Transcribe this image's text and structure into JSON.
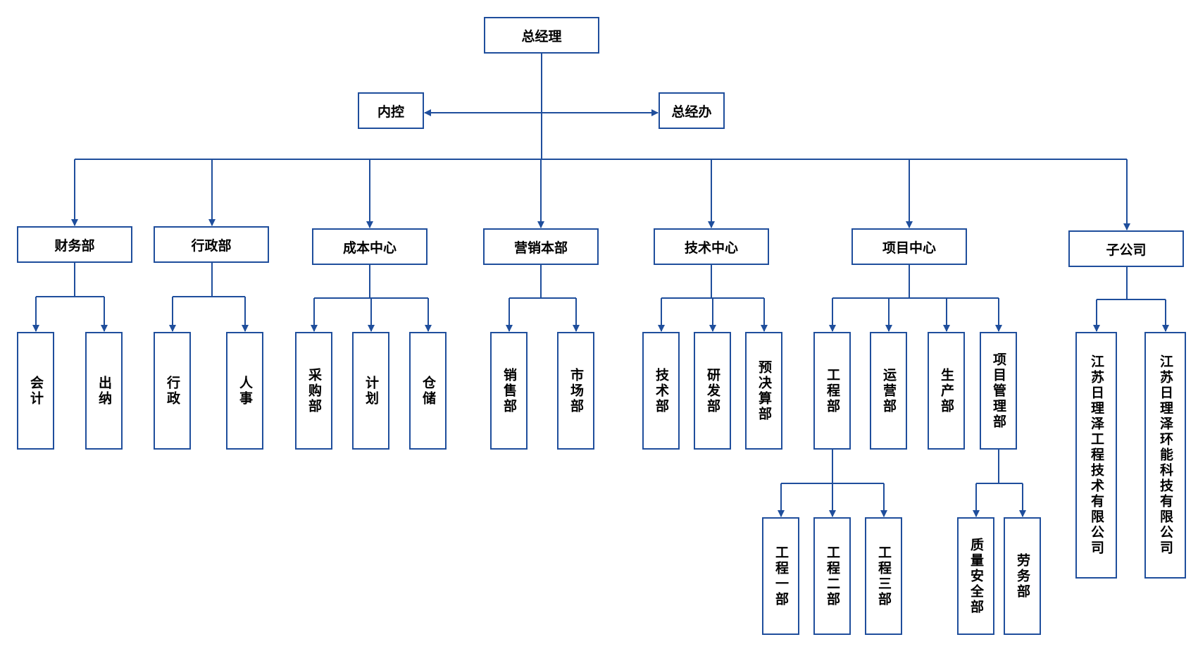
{
  "colors": {
    "line": "#1f4e9c",
    "border": "#1f4e9c",
    "text": "#000000"
  },
  "nodes": {
    "ceo": "总经理",
    "internal_control": "内控",
    "gm_office": "总经办",
    "finance": "财务部",
    "accounting": "会计",
    "cashier": "出纳",
    "admin": "行政部",
    "admin_sub": "行政",
    "hr": "人事",
    "cost_center": "成本中心",
    "purchasing": "采购部",
    "planning": "计划",
    "warehouse": "仓储",
    "marketing_hq": "营销本部",
    "sales": "销售部",
    "market": "市场部",
    "tech_center": "技术中心",
    "tech": "技术部",
    "rnd": "研发部",
    "budget": "预决算部",
    "project_center": "项目中心",
    "engineering": "工程部",
    "operations": "运营部",
    "production": "生产部",
    "project_mgmt": "项目管理部",
    "eng1": "工程一部",
    "eng2": "工程二部",
    "eng3": "工程三部",
    "quality_safety": "质量安全部",
    "labor": "劳务部",
    "subsidiary": "子公司",
    "sub_eng_tech": "江苏日理泽工程技术有限公司",
    "sub_env_energy": "江苏日理泽环能科技有限公司"
  }
}
